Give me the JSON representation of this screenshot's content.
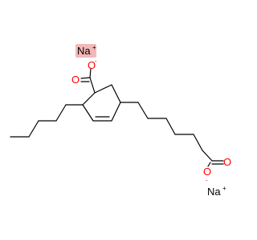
{
  "structure": {
    "colors": {
      "bond": "#000000",
      "oxygen": "#ff0000",
      "sodium": "#000000",
      "sodium_highlight": "#f2b8b8",
      "background": "#ffffff"
    },
    "labels": {
      "na_top": "Na",
      "na_top_charge": "+",
      "o_ester": "O",
      "o_minus_top": "O",
      "o_minus_top_charge": "-",
      "o_carbonyl_right": "O",
      "o_minus_bottom": "O",
      "o_minus_bottom_charge": "-",
      "na_bottom": "Na",
      "na_bottom_charge": "+"
    }
  }
}
